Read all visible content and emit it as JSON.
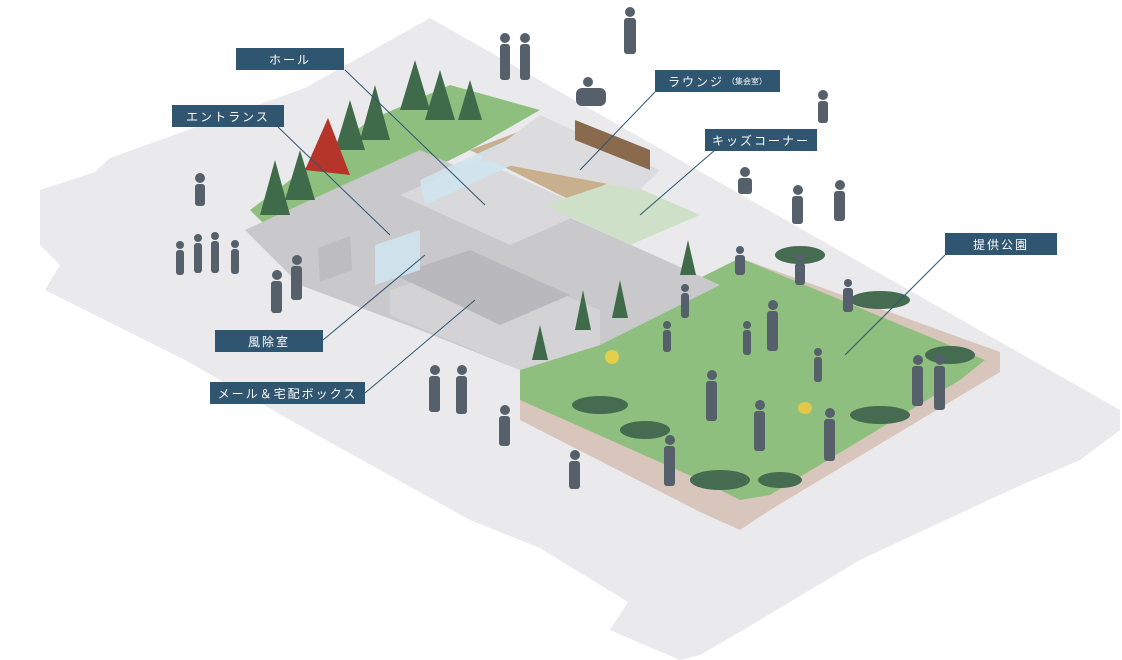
{
  "labels": {
    "hall": "ホール",
    "entrance": "エントランス",
    "lounge": "ラウンジ",
    "lounge_sub": "（集会室）",
    "kids_corner": "キッズコーナー",
    "windbreak_room": "風除室",
    "mail_delivery_box": "メール＆宅配ボックス",
    "public_park": "提供公園"
  },
  "colors": {
    "label_bg": "#2f5570",
    "label_text": "#ffffff",
    "ground": "#eaeaec",
    "lawn": "#8fbf7f",
    "path": "#d8c5bc",
    "tree": "#3f6b4a",
    "autumn_tree": "#b5352a",
    "building_floor": "#c9c9cc",
    "building_wall": "#dcdcde",
    "glass": "#cfe3ee",
    "wood": "#7a5a3f"
  }
}
